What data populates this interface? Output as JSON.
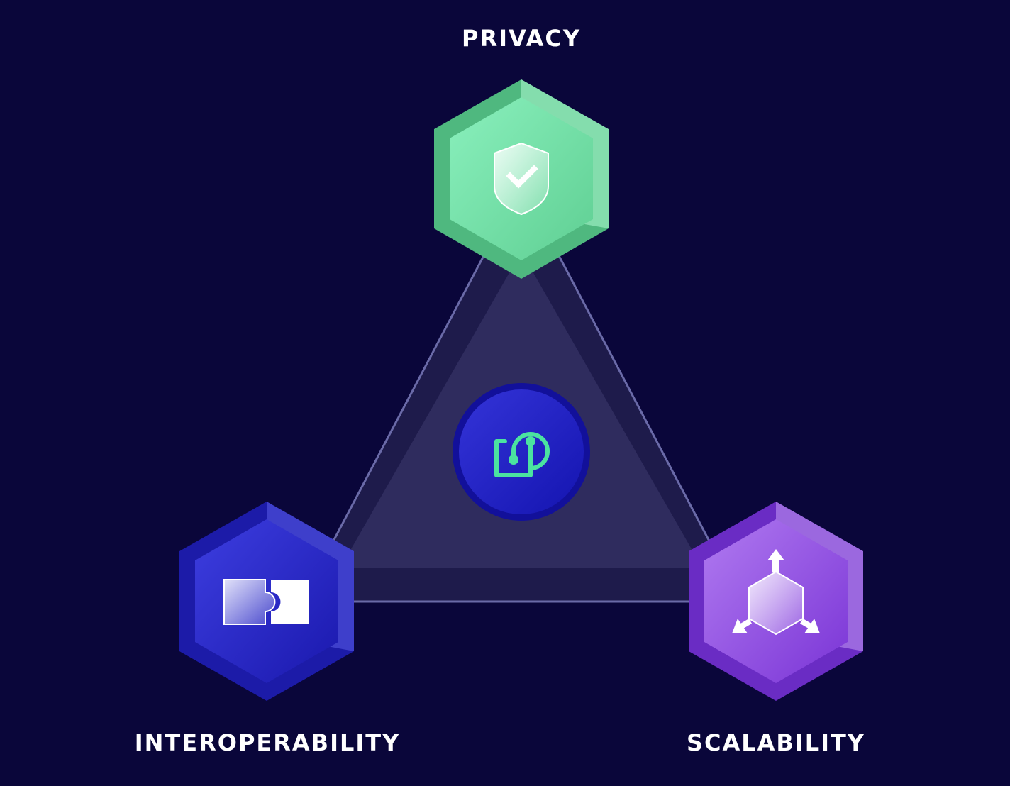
{
  "labels": {
    "top": "PRIVACY",
    "bottom_left": "INTEROPERABILITY",
    "bottom_right": "SCALABILITY"
  },
  "nodes": {
    "top": {
      "label": "PRIVACY",
      "icon": "shield-check-icon",
      "color": "#7ae3ab"
    },
    "bottom_left": {
      "label": "INTEROPERABILITY",
      "icon": "puzzle-piece-icon",
      "color": "#2a2bc9"
    },
    "bottom_right": {
      "label": "SCALABILITY",
      "icon": "expanding-cube-icon",
      "color": "#9b52e4"
    },
    "center": {
      "icon": "logo-icon",
      "color": "#2323c8"
    }
  },
  "colors": {
    "background": "#0a063a",
    "triangle_fill": "#2f2c5e",
    "triangle_stroke": "#6a6aa8",
    "accent": "#4be3a0"
  }
}
